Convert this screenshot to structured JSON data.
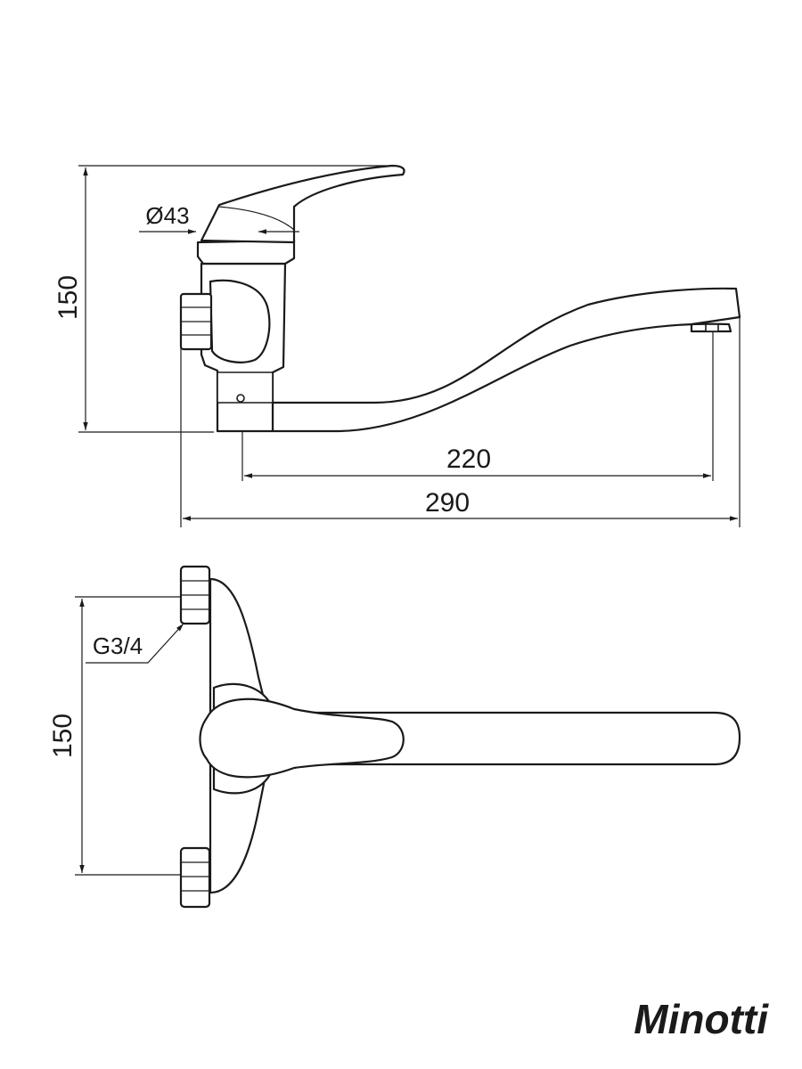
{
  "drawing": {
    "side_view": {
      "height_label": "150",
      "diameter_label": "Ø43",
      "spout_reach_label": "220",
      "overall_length_label": "290"
    },
    "top_view": {
      "thread_label": "G3/4",
      "height_label": "150"
    }
  },
  "brand": {
    "name": "Minotti"
  },
  "colors": {
    "line": "#1a1a1a",
    "background": "#ffffff"
  }
}
